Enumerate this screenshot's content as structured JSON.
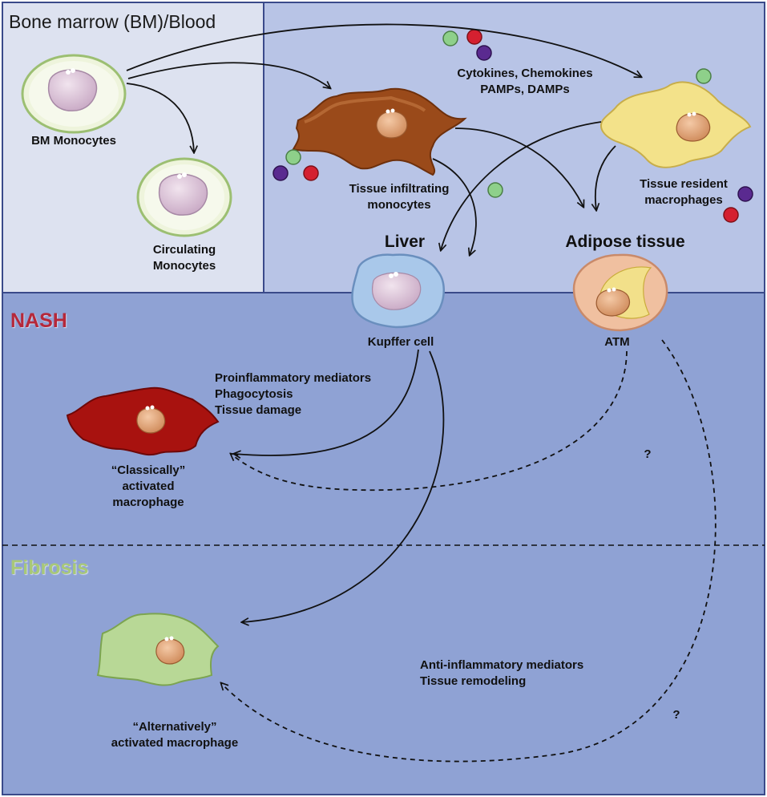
{
  "panels": {
    "bone_marrow_title": "Bone marrow (BM)/Blood"
  },
  "cells": {
    "bm_monocytes": "BM Monocytes",
    "circulating_line1": "Circulating",
    "circulating_line2": "Monocytes",
    "tissue_infiltrating_line1": "Tissue infiltrating",
    "tissue_infiltrating_line2": "monocytes",
    "tissue_resident_line1": "Tissue resident",
    "tissue_resident_line2": "macrophages",
    "kupffer": "Kupffer cell",
    "atm": "ATM",
    "classically_line1": "“Classically”",
    "classically_line2": "activated",
    "classically_line3": "macrophage",
    "alternatively_line1": "“Alternatively”",
    "alternatively_line2": "activated macrophage"
  },
  "organs": {
    "liver": "Liver",
    "adipose": "Adipose tissue"
  },
  "signals": {
    "line1": "Cytokines, Chemokines",
    "line2": "PAMPs, DAMPs"
  },
  "sections": {
    "nash": "NASH",
    "fibrosis": "Fibrosis"
  },
  "effects": {
    "proinflammatory": "Proinflammatory mediators",
    "phagocytosis": "Phagocytosis",
    "tissue_damage": "Tissue damage",
    "anti_inflammatory": "Anti-inflammatory mediators",
    "remodeling": "Tissue remodeling"
  },
  "unknown_marks": {
    "q1": "?",
    "q2": "?"
  },
  "colors": {
    "bm_panel": "#dde2f0",
    "tissue_panel": "#b8c4e6",
    "disease_panel": "#8fa2d4",
    "border": "#3a4a8a",
    "nash_text": "#b5283a",
    "fibrosis_text": "#a8c878",
    "classical_cell": "#a8120f",
    "alternative_cell": "#b8d896",
    "infiltrating_cell": "#9a4a1a",
    "resident_cell": "#f3e28a",
    "kupffer_cell": "#a9c8ea",
    "atm_cell": "#f0c0a0",
    "molecule_green": "#8ed08a",
    "molecule_red": "#d42030",
    "molecule_purple": "#5a2a90"
  }
}
